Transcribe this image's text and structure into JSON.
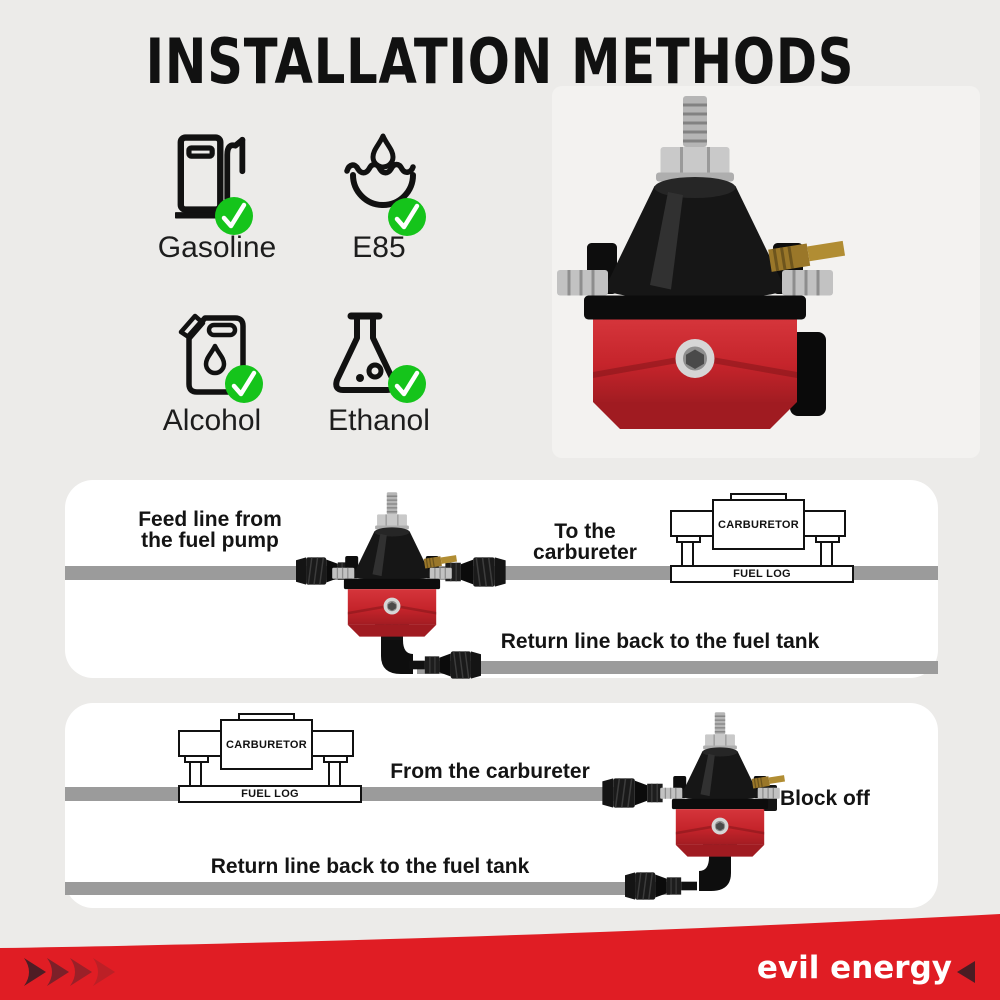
{
  "title": "INSTALLATION METHODS",
  "fuel_types": {
    "check_color": "#15c41b",
    "items": [
      {
        "label": "Gasoline",
        "icon": "fuel-pump-icon"
      },
      {
        "label": "E85",
        "icon": "water-drop-icon"
      },
      {
        "label": "Alcohol",
        "icon": "jerry-can-icon"
      },
      {
        "label": "Ethanol",
        "icon": "flask-icon"
      }
    ]
  },
  "panel1": {
    "feed_label_line1": "Feed line from",
    "feed_label_line2": "the fuel pump",
    "to_label_line1": "To the",
    "to_label_line2": "carbureter",
    "carb": {
      "title": "CARBURETOR",
      "fuel_log": "FUEL LOG"
    },
    "return_label": "Return line back to the fuel tank"
  },
  "panel2": {
    "carb": {
      "title": "CARBURETOR",
      "fuel_log": "FUEL LOG"
    },
    "from_label": "From the carbureter",
    "block_label": "Block off",
    "return_label": "Return line back to the fuel tank"
  },
  "footer": {
    "brand": "evil energy",
    "bar_color": "#e01d24"
  },
  "colors": {
    "background": "#ecebe9",
    "panel": "#ffffff",
    "hose_gray": "#9b9b9b",
    "regulator_red": "#c5242b",
    "regulator_black": "#161616"
  }
}
